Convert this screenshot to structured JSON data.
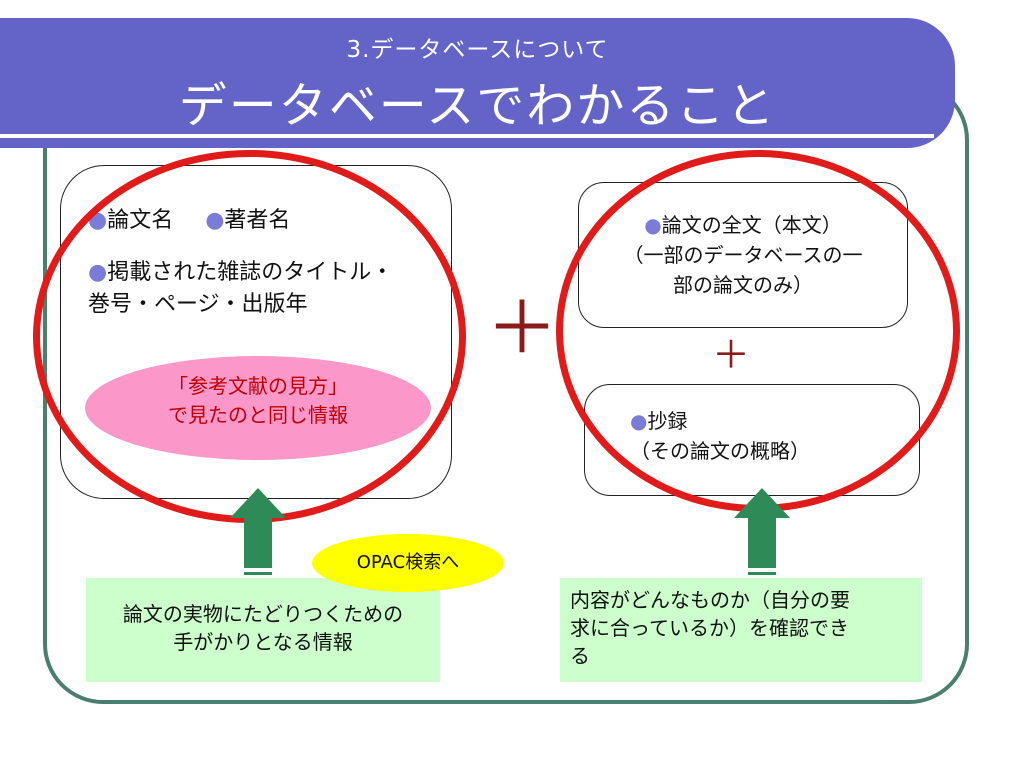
{
  "header": {
    "subtitle": "3.データベースについて",
    "title": "データベースでわかること"
  },
  "left_box": {
    "line1_a": "論文名",
    "line1_b": "著者名",
    "line2": "掲載された雑誌のタイトル・",
    "line3": "巻号・ページ・出版年",
    "bullet": "●"
  },
  "pink_callout": {
    "line1": "「参考文献の見方」",
    "line2": "で見たのと同じ情報"
  },
  "fulltext_box": {
    "line1": "論文の全文（本文）",
    "line2": "（一部のデータベースの一",
    "line3": "部の論文のみ）"
  },
  "abstract_box": {
    "line1": "抄録",
    "line2": "（その論文の概略）"
  },
  "plus_symbols": {
    "big": "＋",
    "small": "＋"
  },
  "opac_label": "OPAC検索へ",
  "left_note": {
    "line1": "論文の実物にたどりつくための",
    "line2": "手がかりとなる情報"
  },
  "right_note": {
    "line1": "内容がどんなものか（自分の要",
    "line2": "求に合っているか）を確認でき",
    "line3": "る"
  },
  "colors": {
    "title_bar": "#6464c8",
    "frame": "#4a7e6e",
    "ring": "#e11a1a",
    "pink": "#fb97c9",
    "pink_text": "#c00000",
    "note_bg": "#ccffcc",
    "arrow": "#2e8b57",
    "opac_bg": "#ffff00",
    "plus": "#8b1a1a"
  }
}
